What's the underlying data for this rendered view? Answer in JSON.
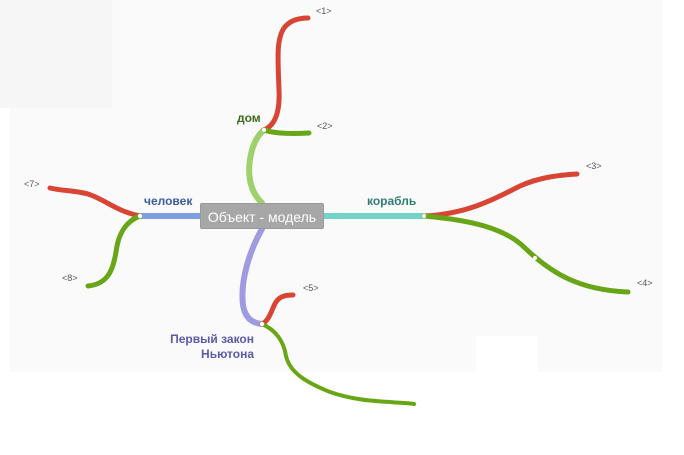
{
  "center": {
    "label": "Объект - модель"
  },
  "topics": {
    "house": {
      "label": "дом",
      "color": "#9ed16b"
    },
    "human": {
      "label": "человек",
      "color": "#7f9fe0"
    },
    "ship": {
      "label": "корабль",
      "color": "#72d3c6"
    },
    "newton": {
      "label": "Первый закон Ньютона",
      "color": "#9f9be0"
    }
  },
  "leaves": {
    "n1": "<1>",
    "n2": "<2>",
    "n3": "<3>",
    "n4": "<4>",
    "n5": "<5>",
    "n7": "<7>",
    "n8": "<8>"
  },
  "colors": {
    "red_branch": "#d94535",
    "green_branch": "#69a617",
    "center_fill": "#a7a7a7"
  }
}
